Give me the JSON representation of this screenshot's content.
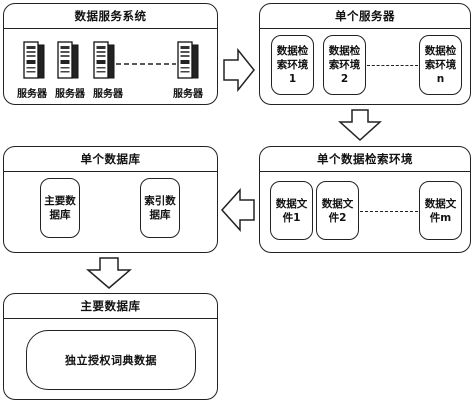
{
  "panels": {
    "server_system": {
      "title": "数据服务系统",
      "servers": [
        "服务器",
        "服务器",
        "服务器",
        "服务器"
      ]
    },
    "single_server": {
      "title": "单个服务器",
      "environments": [
        "数据检\n索环境\n1",
        "数据检\n索环境\n2",
        "数据检\n索环境\nn"
      ]
    },
    "single_db": {
      "title": "单个数据库",
      "items": [
        "主要数\n据库",
        "索引数\n据库"
      ]
    },
    "single_env": {
      "title": "单个数据检索环境",
      "files": [
        "数据文\n件1",
        "数据文\n件2",
        "数据文\n件m"
      ]
    },
    "main_db": {
      "title": "主要数据库",
      "content": "独立授权词典数据"
    }
  },
  "icons": {
    "server": "server-tower-icon",
    "arrow": "block-arrow-icon"
  }
}
